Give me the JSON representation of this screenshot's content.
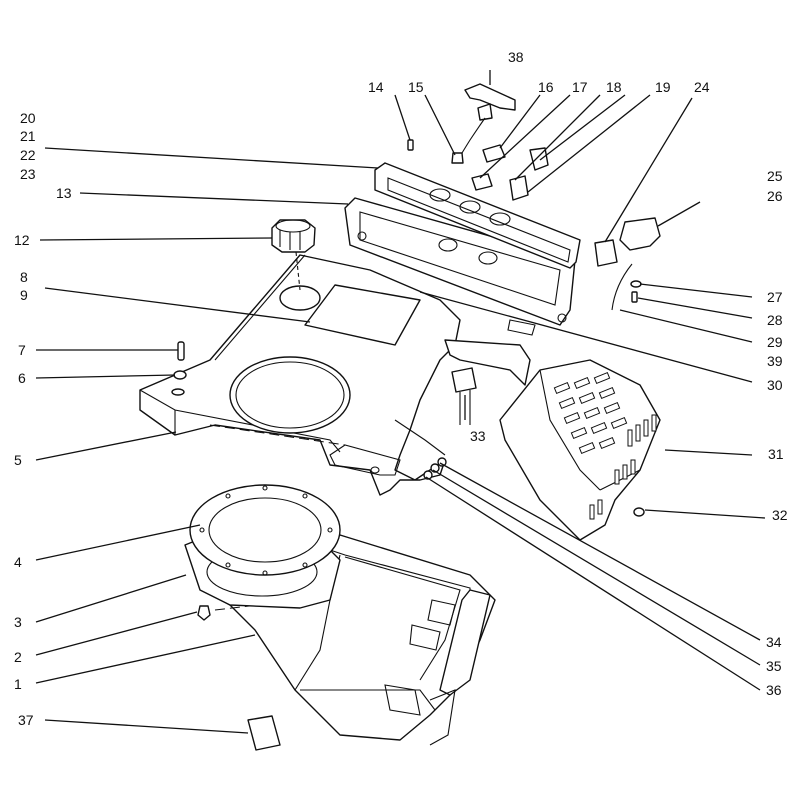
{
  "diagram": {
    "callouts": [
      {
        "id": "c38",
        "label": "38"
      },
      {
        "id": "c14",
        "label": "14"
      },
      {
        "id": "c15",
        "label": "15"
      },
      {
        "id": "c16",
        "label": "16"
      },
      {
        "id": "c17",
        "label": "17"
      },
      {
        "id": "c18",
        "label": "18"
      },
      {
        "id": "c19",
        "label": "19"
      },
      {
        "id": "c24",
        "label": "24"
      },
      {
        "id": "c20",
        "label": "20"
      },
      {
        "id": "c21",
        "label": "21"
      },
      {
        "id": "c22",
        "label": "22"
      },
      {
        "id": "c23",
        "label": "23"
      },
      {
        "id": "c13",
        "label": "13"
      },
      {
        "id": "c25",
        "label": "25"
      },
      {
        "id": "c26",
        "label": "26"
      },
      {
        "id": "c12",
        "label": "12"
      },
      {
        "id": "c8",
        "label": "8"
      },
      {
        "id": "c9",
        "label": "9"
      },
      {
        "id": "c27",
        "label": "27"
      },
      {
        "id": "c28",
        "label": "28"
      },
      {
        "id": "c29",
        "label": "29"
      },
      {
        "id": "c39",
        "label": "39"
      },
      {
        "id": "c7",
        "label": "7"
      },
      {
        "id": "c6",
        "label": "6"
      },
      {
        "id": "c30",
        "label": "30"
      },
      {
        "id": "c33",
        "label": "33"
      },
      {
        "id": "c5",
        "label": "5"
      },
      {
        "id": "c31",
        "label": "31"
      },
      {
        "id": "c32",
        "label": "32"
      },
      {
        "id": "c4",
        "label": "4"
      },
      {
        "id": "c3",
        "label": "3"
      },
      {
        "id": "c2",
        "label": "2"
      },
      {
        "id": "c34",
        "label": "34"
      },
      {
        "id": "c35",
        "label": "35"
      },
      {
        "id": "c1",
        "label": "1"
      },
      {
        "id": "c36",
        "label": "36"
      },
      {
        "id": "c37",
        "label": "37"
      }
    ]
  }
}
